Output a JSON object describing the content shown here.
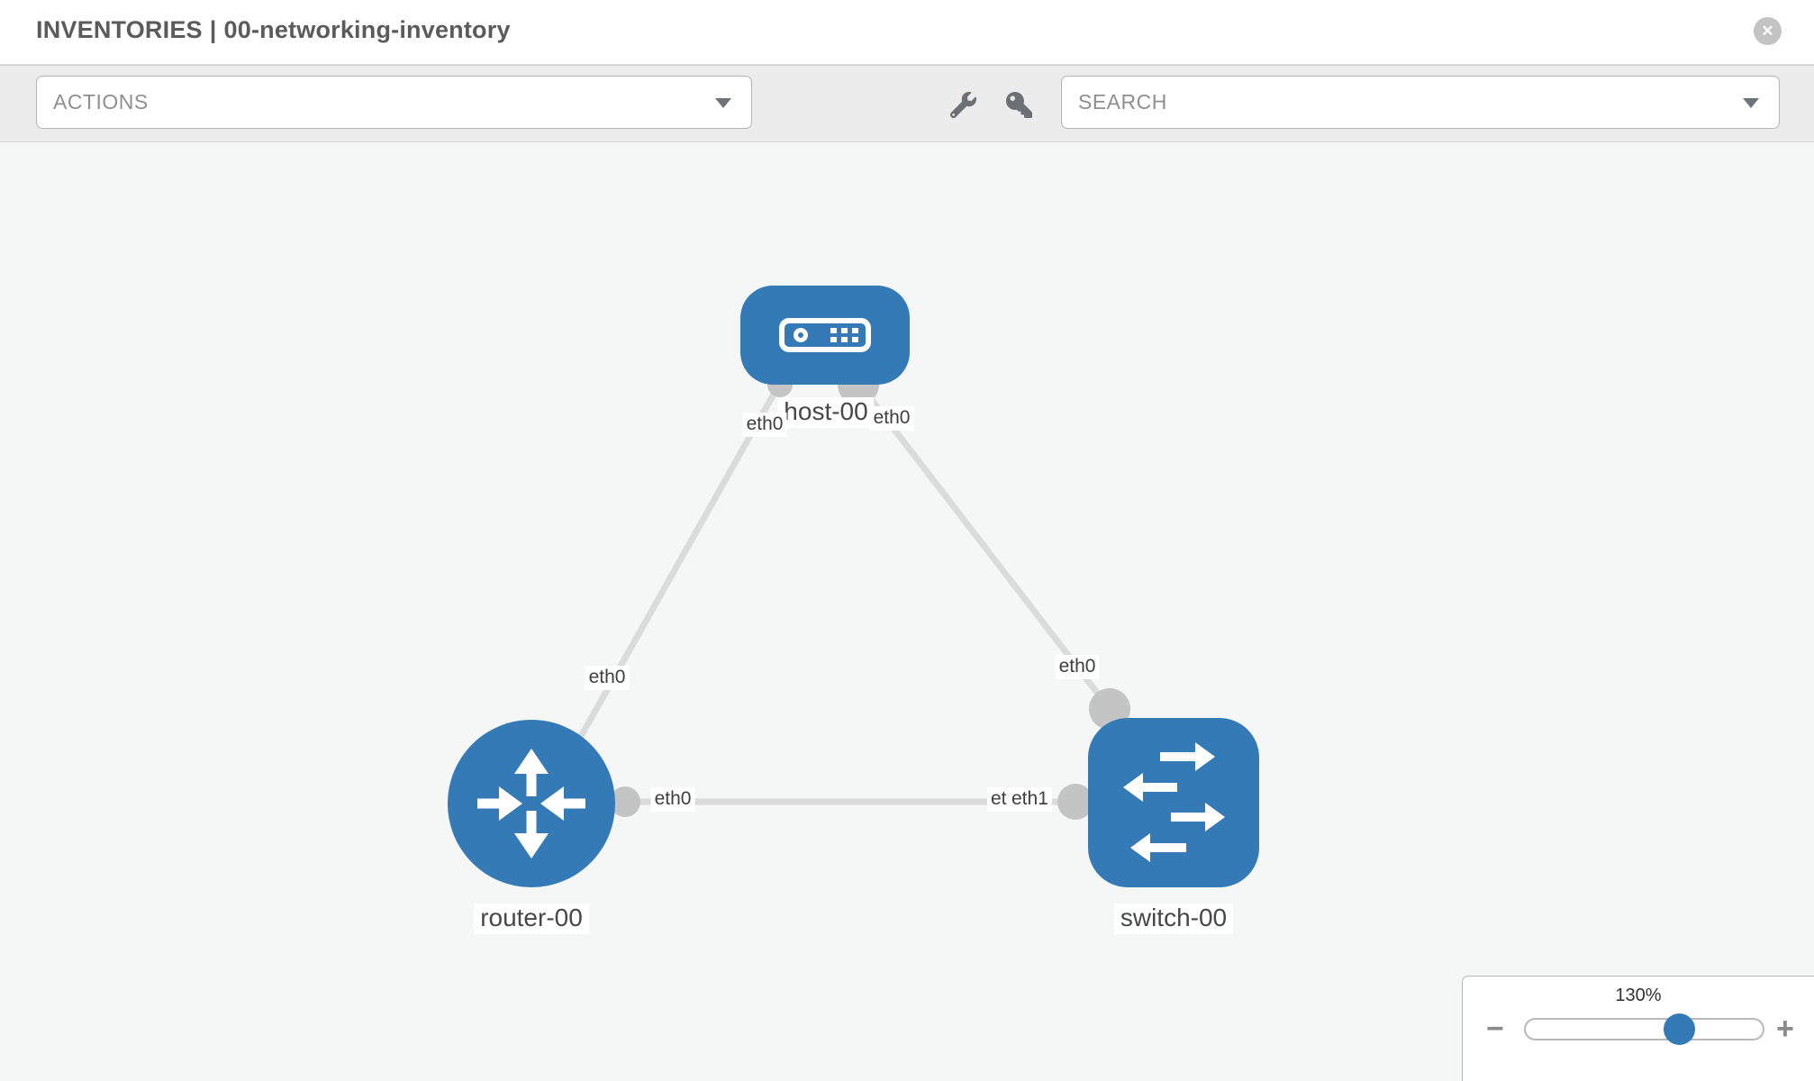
{
  "header": {
    "title_primary": "INVENTORIES",
    "title_separator": "|",
    "title_secondary": "00-networking-inventory",
    "close_glyph": "✕"
  },
  "toolbar": {
    "actions_label": "ACTIONS",
    "search_placeholder": "SEARCH",
    "icons": [
      "wrench-icon",
      "key-icon"
    ]
  },
  "topology": {
    "nodes": {
      "host": {
        "name": "host-00",
        "type": "host",
        "shape": "rounded-rect",
        "icon": "server-icon"
      },
      "router": {
        "name": "router-00",
        "type": "router",
        "shape": "circle",
        "icon": "router-arrows-icon"
      },
      "switch": {
        "name": "switch-00",
        "type": "switch",
        "shape": "rounded-square",
        "icon": "switch-arrows-icon"
      }
    },
    "links": [
      {
        "from": "host-00",
        "to": "router-00",
        "from_port": "eth0",
        "to_port": "eth0"
      },
      {
        "from": "host-00",
        "to": "switch-00",
        "from_port": "eth0",
        "to_port": "eth0"
      },
      {
        "from": "router-00",
        "to": "switch-00",
        "from_port": "eth0",
        "to_port": "eth1"
      }
    ],
    "port_labels": {
      "host_left": "eth0",
      "host_right": "eth0",
      "router_diag": "eth0",
      "switch_diag": "eth0",
      "router_horiz": "eth0",
      "switch_horiz_back": "eth1",
      "switch_horiz_front": "eth1"
    }
  },
  "zoom_control": {
    "percent_label": "130%",
    "minus_label": "−",
    "plus_label": "+",
    "value": 130
  },
  "colors": {
    "node_blue": "#337ab7",
    "port_gray": "#c4c4c4",
    "link_gray": "#dbdbdb",
    "canvas_bg": "#f5f6f6",
    "toolbar_bg": "#ececec"
  }
}
